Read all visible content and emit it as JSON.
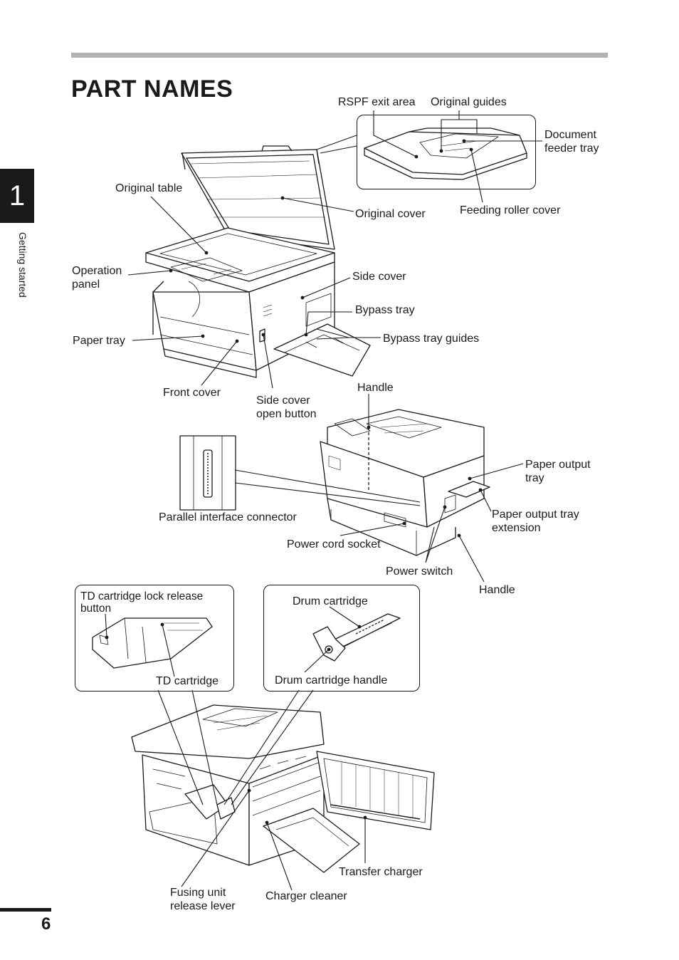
{
  "page": {
    "title": "PART NAMES",
    "chapter_number": "1",
    "chapter_name": "Getting started",
    "page_number": "6"
  },
  "labels": {
    "rspf_exit_area": "RSPF exit area",
    "original_guides": "Original guides",
    "document_feeder_tray": "Document\nfeeder tray",
    "feeding_roller_cover": "Feeding roller cover",
    "original_table": "Original table",
    "original_cover": "Original cover",
    "operation_panel": "Operation\npanel",
    "side_cover": "Side cover",
    "bypass_tray": "Bypass tray",
    "bypass_tray_guides": "Bypass tray guides",
    "paper_tray": "Paper tray",
    "front_cover": "Front cover",
    "side_cover_open_button": "Side cover\nopen button",
    "handle_top": "Handle",
    "paper_output_tray": "Paper output\ntray",
    "parallel_interface_connector": "Parallel interface connector",
    "paper_output_tray_extension": "Paper output tray\nextension",
    "power_cord_socket": "Power cord socket",
    "power_switch": "Power switch",
    "handle_bottom": "Handle",
    "td_cartridge_lock_release_button": "TD cartridge lock release\nbutton",
    "td_cartridge": "TD cartridge",
    "drum_cartridge": "Drum cartridge",
    "drum_cartridge_handle": "Drum cartridge handle",
    "transfer_charger": "Transfer charger",
    "fusing_unit_release_lever": "Fusing unit\nrelease lever",
    "charger_cleaner": "Charger cleaner"
  }
}
